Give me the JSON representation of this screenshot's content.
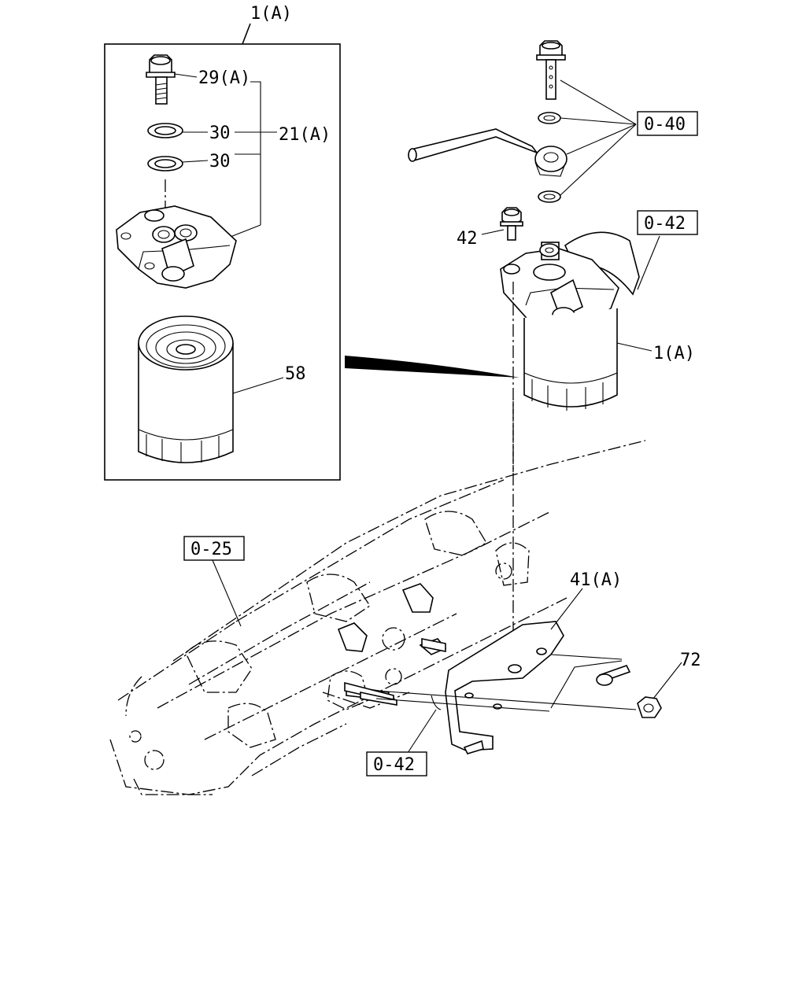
{
  "labels": {
    "assembly_top": "1(A)",
    "bolt_29": "29(A)",
    "washer_30_a": "30",
    "washer_30_b": "30",
    "kit_21": "21(A)",
    "filter_58": "58",
    "bolt_42": "42",
    "assembly_side": "1(A)",
    "bracket_41": "41(A)",
    "nut_72": "72"
  },
  "refs": {
    "ref_0_40": "0-40",
    "ref_0_42_top": "0-42",
    "ref_0_25": "0-25",
    "ref_0_42_bottom": "0-42"
  }
}
